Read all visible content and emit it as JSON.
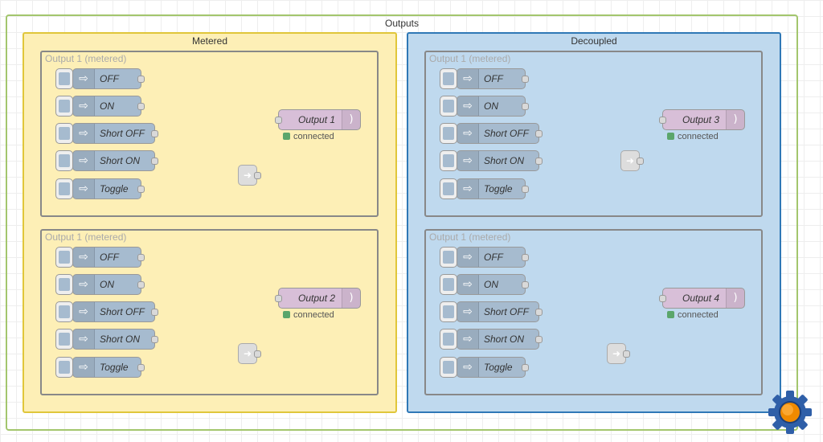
{
  "canvas": {
    "outer_group": {
      "label": "Outputs",
      "border": "#a3c66d"
    },
    "metered_group": {
      "label": "Metered",
      "fill": "#fdefb6",
      "border": "#e0c63a"
    },
    "decoupled_group": {
      "label": "Decoupled",
      "fill": "#bfd9ee",
      "border": "#2f78b6"
    }
  },
  "subgroups": [
    {
      "label": "Output 1 (metered)",
      "output_label": "Output 1",
      "status": "connected"
    },
    {
      "label": "Output 1 (metered)",
      "output_label": "Output 2",
      "status": "connected"
    },
    {
      "label": "Output 1 (metered)",
      "output_label": "Output 3",
      "status": "connected"
    },
    {
      "label": "Output 1 (metered)",
      "output_label": "Output 4",
      "status": "connected"
    }
  ],
  "inject_labels": [
    "OFF",
    "ON",
    "Short OFF",
    "Short ON",
    "Toggle"
  ],
  "colors": {
    "inject_node": "#a6bbcf",
    "output_node": "#d8bfd8",
    "status_connected": "#5ba66b",
    "wire": "#999999"
  },
  "icons": {
    "inject": "arrow-right-icon",
    "output": "broadcast-icon",
    "link_in": "link-in-icon",
    "settings": "gear-logo-icon"
  }
}
